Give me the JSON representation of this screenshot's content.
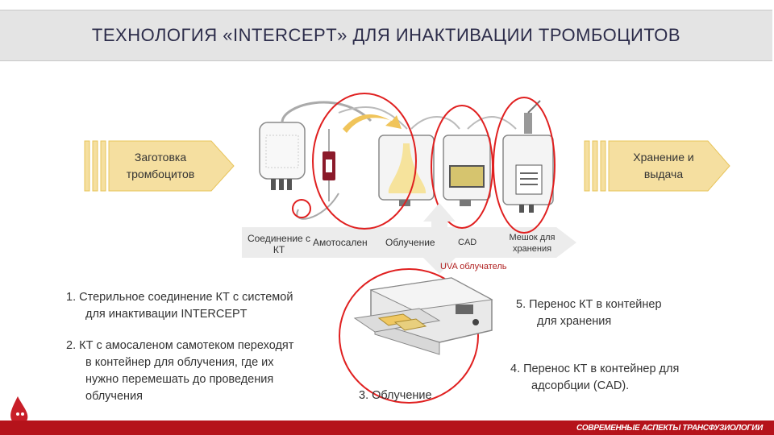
{
  "title": "ТЕХНОЛОГИЯ «INTERCEPT» ДЛЯ ИНАКТИВАЦИИ ТРОМБОЦИТОВ",
  "left_arrow": {
    "line1": "Заготовка",
    "line2": "тромбоцитов"
  },
  "right_arrow": {
    "line1": "Хранение и",
    "line2": "выдача"
  },
  "process": {
    "connection_line1": "Соединение с",
    "connection_line2": "КТ",
    "amotosalen": "Амотосален",
    "irradiation": "Облучение",
    "cad": "CAD",
    "storage_bag_line1": "Мешок для",
    "storage_bag_line2": "хранения"
  },
  "uva_label": "UVA облучатель",
  "steps": {
    "s1_num": "1.",
    "s1_line1": "Стерильное соединение КТ с системой",
    "s1_line2": "для инактивации INTERCEPT",
    "s2_num": "2.",
    "s2_line1": "КТ с амосаленом самотеком переходят",
    "s2_line2": "в контейнер для облучения, где их",
    "s2_line3": "нужно перемешать до проведения",
    "s2_line4": "облучения",
    "s3_num": "3.",
    "s3_text": "Облучение",
    "s4_num": "4.",
    "s4_line1": "Перенос КТ в контейнер для",
    "s4_line2": "адсорбции (CAD).",
    "s5_num": "5.",
    "s5_line1": "Перенос КТ в контейнер",
    "s5_line2": "для хранения"
  },
  "device_label": "CAD",
  "footer": "СОВРЕМЕННЫЕ АСПЕКТЫ ТРАНСФУЗИОЛОГИИ",
  "colors": {
    "accent": "#b5131b",
    "circle": "#e02020",
    "arrow": "#f5dfa0",
    "arrow_border": "#e8c45a",
    "title_bg": "#e4e4e4"
  }
}
